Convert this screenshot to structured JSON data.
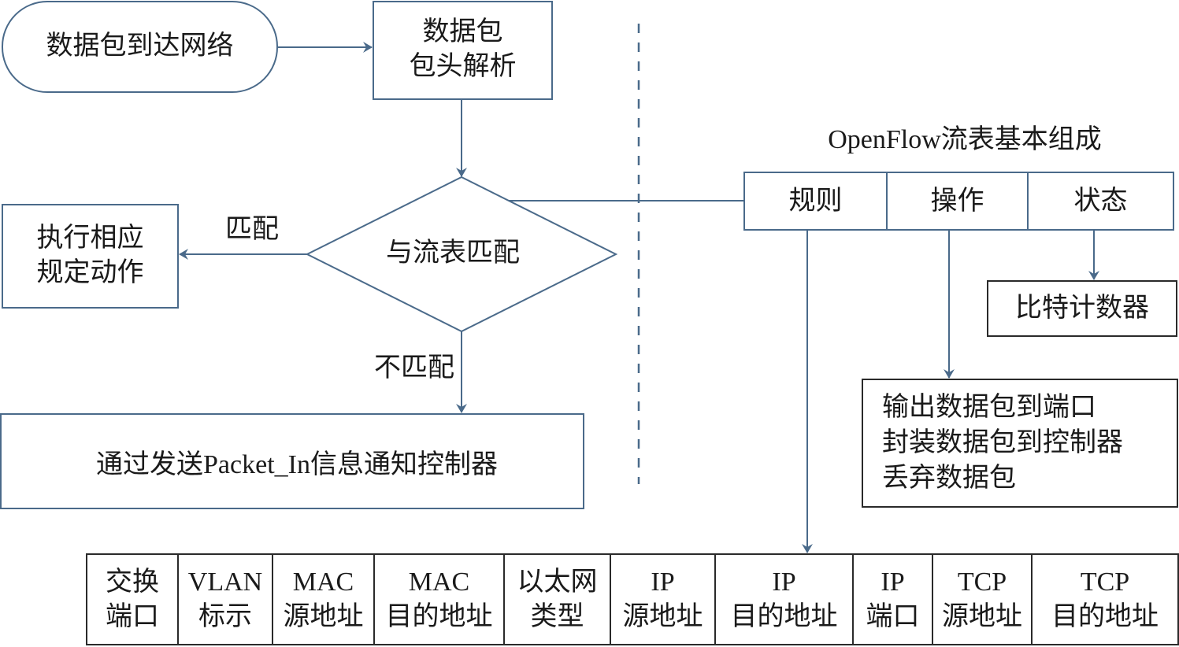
{
  "colors": {
    "line": "#4a6a8a",
    "dark_border": "#2a2a2a",
    "text": "#1a1a1a"
  },
  "left_flow": {
    "start": "数据包到达网络",
    "parse_box": [
      "数据包",
      "包头解析"
    ],
    "decision": "与流表匹配",
    "match_label": "匹配",
    "match_action": [
      "执行相应",
      "规定动作"
    ],
    "nomatch_label": "不匹配",
    "nomatch_action": "通过发送Packet_In信息通知控制器"
  },
  "flow_table": {
    "title": "OpenFlow流表基本组成",
    "components": [
      "规则",
      "操作",
      "状态"
    ],
    "state_detail": "比特计数器",
    "actions": [
      "输出数据包到端口",
      "封装数据包到控制器",
      "丢弃数据包"
    ]
  },
  "rule_fields": [
    {
      "line1": "交换",
      "line2": "端口"
    },
    {
      "line1": "VLAN",
      "line2": "标示"
    },
    {
      "line1": "MAC",
      "line2": "源地址"
    },
    {
      "line1": "MAC",
      "line2": "目的地址"
    },
    {
      "line1": "以太网",
      "line2": "类型"
    },
    {
      "line1": "IP",
      "line2": "源地址"
    },
    {
      "line1": "IP",
      "line2": "目的地址"
    },
    {
      "line1": "IP",
      "line2": "端口"
    },
    {
      "line1": "TCP",
      "line2": "源地址"
    },
    {
      "line1": "TCP",
      "line2": "目的地址"
    }
  ]
}
